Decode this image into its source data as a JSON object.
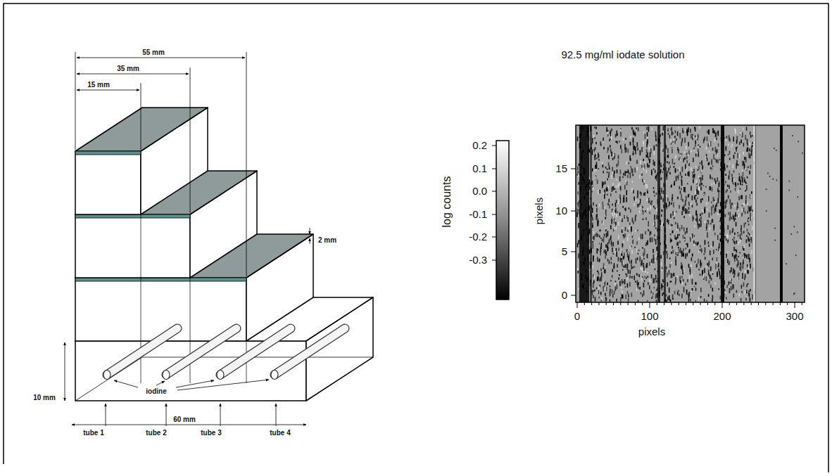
{
  "diagram": {
    "title": "92.5 mg/ml iodate solution",
    "labels": [
      "55 mm",
      "35 mm",
      "15 mm",
      "2 mm",
      "10 mm",
      "iodine",
      "60 mm",
      "tube 1",
      "tube 2",
      "tube 3",
      "tube 4",
      "log counts",
      "0.2",
      "0.1",
      "0.0",
      "-0.1",
      "-0.2",
      "-0.3",
      "15",
      "10",
      "5",
      "0",
      "0",
      "100",
      "200",
      "300",
      "pixels",
      "pixels"
    ]
  }
}
